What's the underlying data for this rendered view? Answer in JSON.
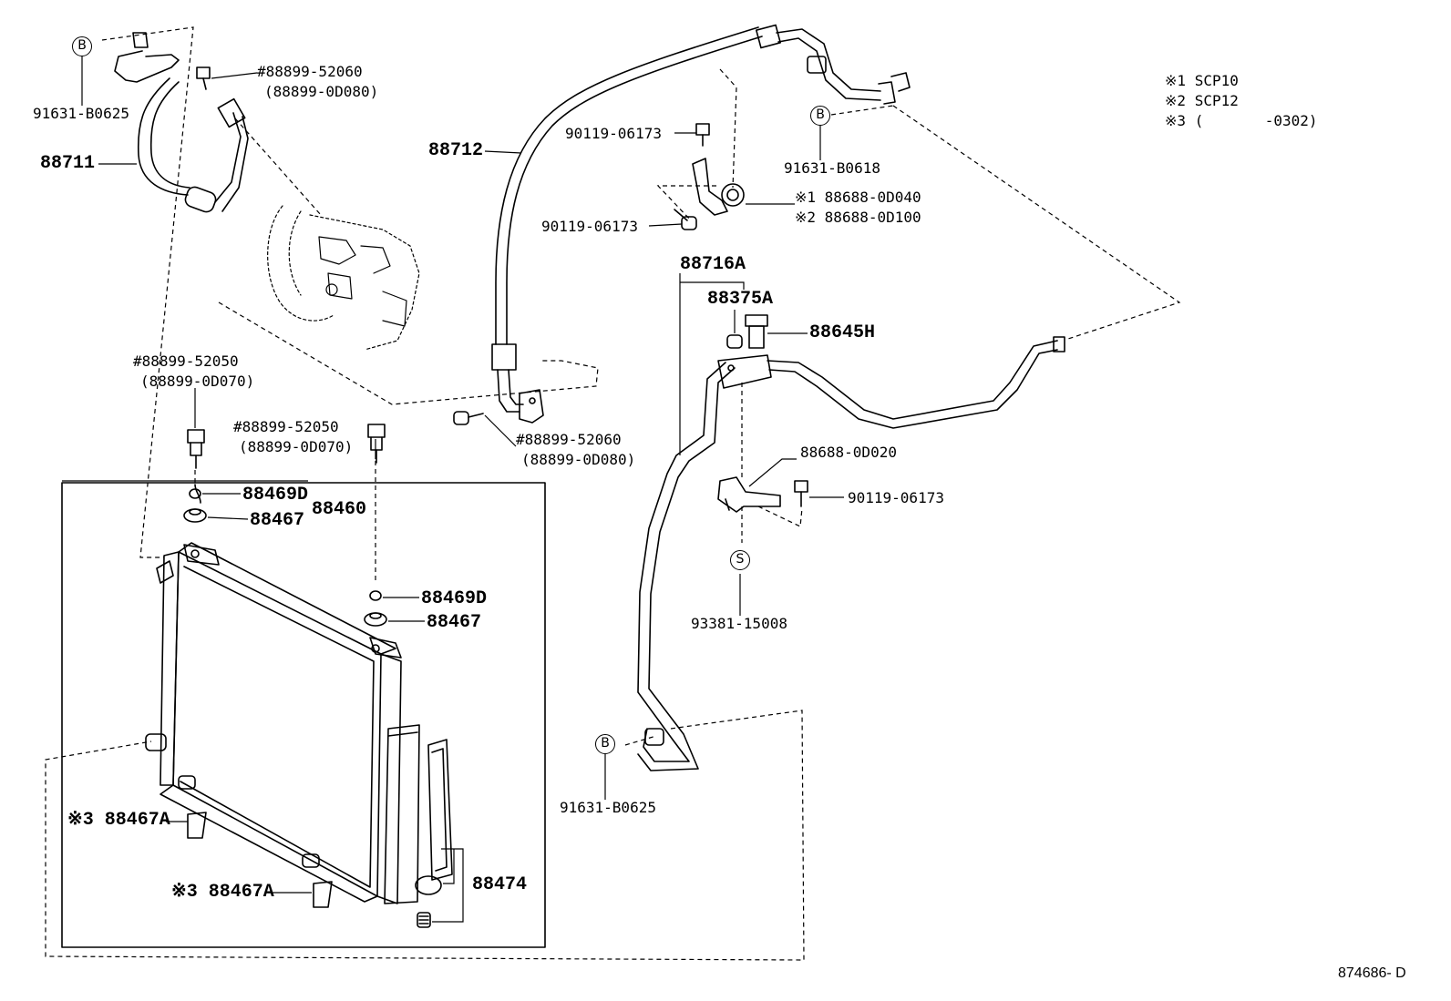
{
  "legend": [
    {
      "mark": "※1",
      "text": "SCP10"
    },
    {
      "mark": "※2",
      "text": "SCP12"
    },
    {
      "mark": "※3",
      "text": "(       -0302)"
    }
  ],
  "circles": {
    "b": "B",
    "s": "S"
  },
  "parts": {
    "p91631_b0625_top": "91631-B0625",
    "p88711": "88711",
    "p88899_52060_top": "#88899-52060",
    "p88899_0d080_top": "(88899-0D080)",
    "p88712": "88712",
    "p90119_06173_a": "90119-06173",
    "p90119_06173_b": "90119-06173",
    "p88688_0d040": "※1 88688-0D040",
    "p88688_0d100": "※2 88688-0D100",
    "p91631_b0618": "91631-B0618",
    "p88716a": "88716A",
    "p88375a": "88375A",
    "p88645h": "88645H",
    "p88899_52050_a": "#88899-52050",
    "p88899_0d070_a": "(88899-0D070)",
    "p88899_52050_b": "#88899-52050",
    "p88899_0d070_b": "(88899-0D070)",
    "p88899_52060_mid": "#88899-52060",
    "p88899_0d080_mid": "(88899-0D080)",
    "p88688_0d020": "88688-0D020",
    "p90119_06173_c": "90119-06173",
    "p88469d_a": "88469D",
    "p88467_a": "88467",
    "p88460": "88460",
    "p88469d_b": "88469D",
    "p88467_b": "88467",
    "p93381_15008": "93381-15008",
    "p91631_b0625_bot": "91631-B0625",
    "p88467a_a": "※3 88467A",
    "p88467a_b": "※3 88467A",
    "p88474": "88474"
  },
  "footer": "874686- D"
}
